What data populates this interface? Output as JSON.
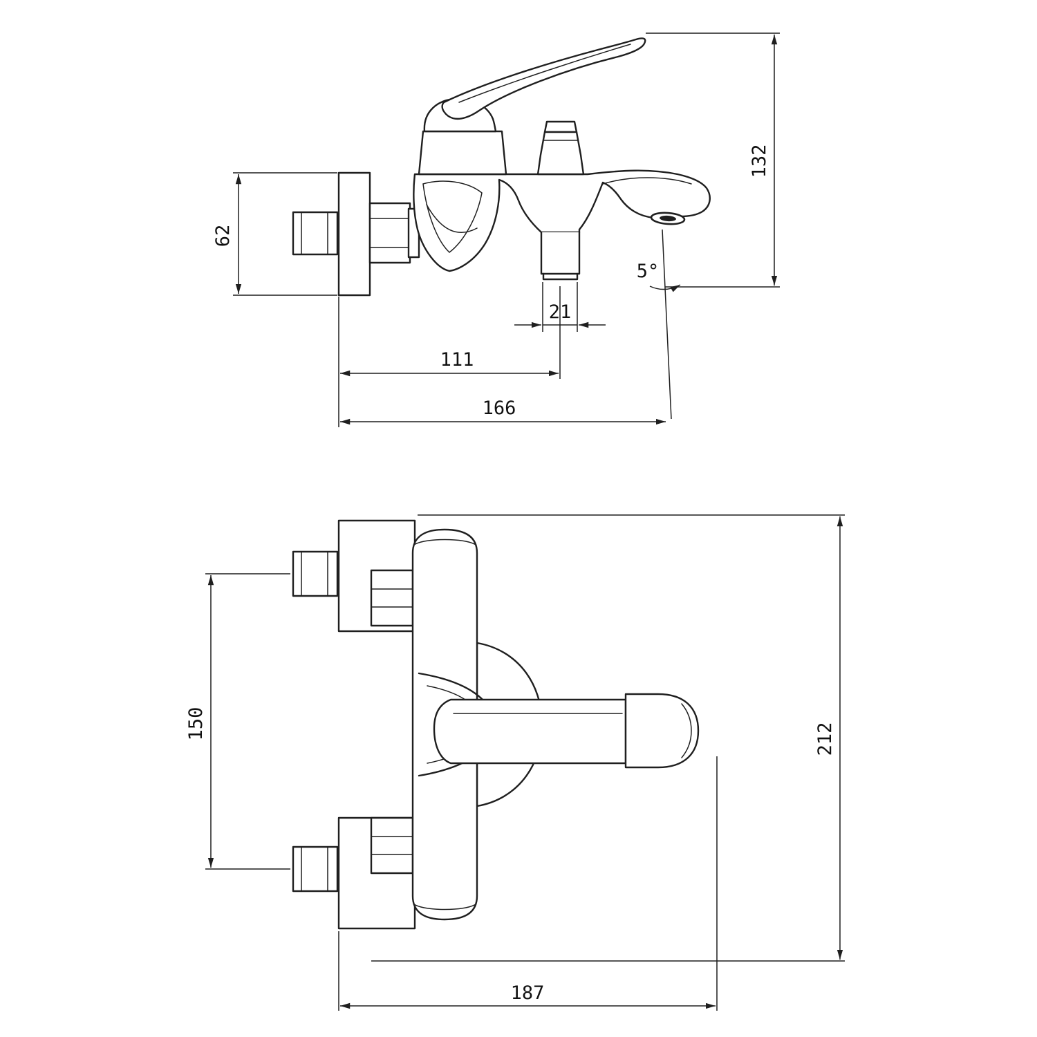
{
  "canvas": {
    "background": "#ffffff",
    "line_color": "#1f1f1f",
    "text_color": "#111111"
  },
  "views": {
    "side": {
      "dims": {
        "overall_height": "132",
        "escutcheon_height": "62",
        "outlet_diameter": "21",
        "wall_to_outlet": "111",
        "wall_to_spout": "166",
        "spout_angle": "5°"
      }
    },
    "plan": {
      "dims": {
        "inlet_spacing": "150",
        "overall_depth": "212",
        "wall_to_handle": "187"
      }
    }
  }
}
